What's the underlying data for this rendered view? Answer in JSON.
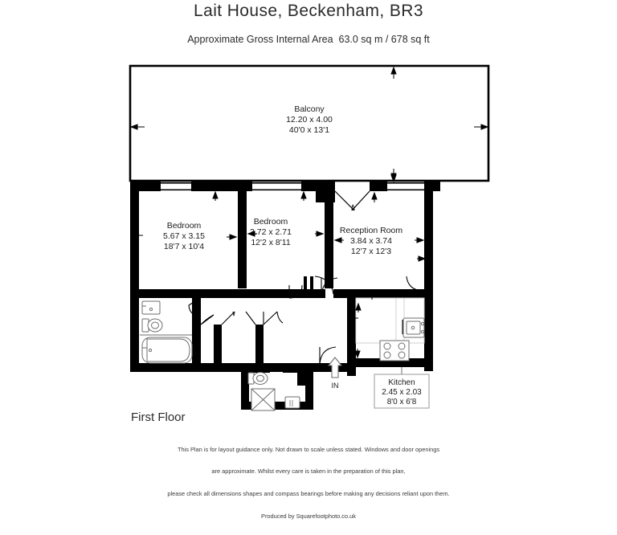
{
  "header": {
    "title": "Lait House, Beckenham, BR3",
    "subtitle": "Approximate Gross Internal Area  63.0 sq m / 678 sq ft"
  },
  "floor_label": "First Floor",
  "entry": {
    "label": "IN",
    "icon": "up-arrow-icon"
  },
  "rooms": [
    {
      "key": "balcony",
      "name": "Balcony",
      "metric": "12.20 x 4.00",
      "imperial": "40'0 x 13'1"
    },
    {
      "key": "bedroom_1",
      "name": "Bedroom",
      "metric": "5.67 x 3.15",
      "imperial": "18'7 x 10'4"
    },
    {
      "key": "bedroom_2",
      "name": "Bedroom",
      "metric": "3.72 x 2.71",
      "imperial": "12'2 x 8'11"
    },
    {
      "key": "reception_room",
      "name": "Reception Room",
      "metric": "3.84 x 3.74",
      "imperial": "12'7 x 12'3"
    },
    {
      "key": "kitchen",
      "name": "Kitchen",
      "metric": "2.45 x 2.03",
      "imperial": "8'0 x 6'8"
    }
  ],
  "disclaimer": [
    "This Plan is for layout guidance only. Not drawn to scale unless stated. Windows and door openings",
    "are approximate. Whilst every care is taken in the preparation of this plan,",
    "please check all dimensions shapes and compass bearings before making any decisions reliant upon them.",
    "Produced by Squarefootphoto.co.uk"
  ],
  "colors": {
    "wall": "#000000",
    "background": "#ffffff",
    "text": "#1b1b1b",
    "fixture_outline": "#6e6e6e"
  },
  "fixtures": [
    "bath-icon",
    "wc-icon",
    "basin-icon",
    "shower-tray-icon",
    "kitchen-sink-icon",
    "hob-icon",
    "worktop-icon"
  ]
}
